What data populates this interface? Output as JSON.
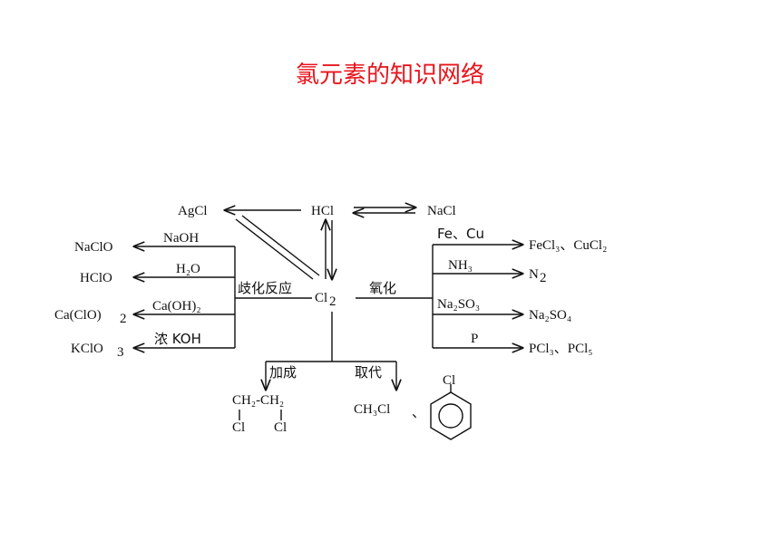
{
  "title": "氯元素的知识网络",
  "nodes": {
    "agcl": "AgCl",
    "hcl": "HCl",
    "nacl": "NaCl",
    "cl2": "Cl",
    "naclo": "NaClO",
    "hclo": "HClO",
    "caclo2": "Ca(ClO)",
    "kclo3": "KClO",
    "fecl3_cucl2": "FeCl₃、CuCl₂",
    "n2": "N",
    "na2so4": "Na₂SO₄",
    "pcl3_pcl5": "PCl₃、PCl₅",
    "ch2ch2": "CH₂-CH₂",
    "cl_a": "Cl",
    "cl_b": "Cl",
    "ch3cl": "CH₃Cl",
    "sep": "、",
    "cl_ring": "Cl"
  },
  "reagents": {
    "naoh": "NaOH",
    "h2o": "H₂O",
    "caoh2": "Ca(OH)₂",
    "conc_koh": "浓 KOH",
    "fe_cu": "Fe、Cu",
    "nh3": "NH₃",
    "na2so3": "Na₂SO₃",
    "p": "P"
  },
  "reactions": {
    "disproportionation": "歧化反应",
    "oxidation": "氧化",
    "addition": "加成",
    "substitution": "取代"
  }
}
